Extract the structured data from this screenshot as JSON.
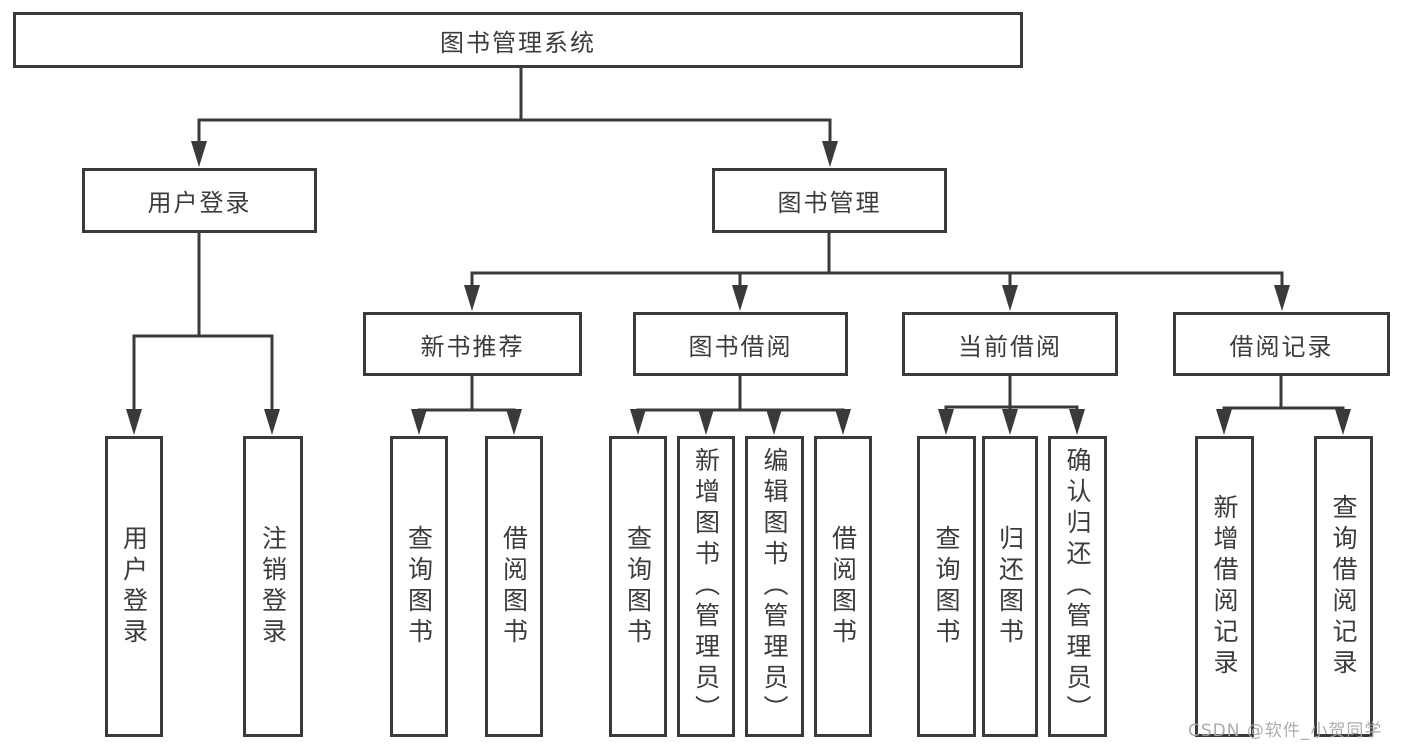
{
  "diagram": {
    "title_node": {
      "label": "图书管理系统"
    },
    "level2": [
      {
        "id": "user-login",
        "label": "用户登录"
      },
      {
        "id": "book-management",
        "label": "图书管理"
      }
    ],
    "level3": [
      {
        "id": "new-book-recommend",
        "label": "新书推荐",
        "parent": "图书管理"
      },
      {
        "id": "book-borrowing",
        "label": "图书借阅",
        "parent": "图书管理"
      },
      {
        "id": "current-borrowing",
        "label": "当前借阅",
        "parent": "图书管理"
      },
      {
        "id": "borrowing-records",
        "label": "借阅记录",
        "parent": "图书管理"
      }
    ],
    "leaves": [
      {
        "id": "leaf-user-login",
        "label": "用户登录",
        "parent": "用户登录"
      },
      {
        "id": "leaf-logout",
        "label": "注销登录",
        "parent": "用户登录"
      },
      {
        "id": "leaf-query-books-1",
        "label": "查询图书",
        "parent": "新书推荐"
      },
      {
        "id": "leaf-borrow-books-1",
        "label": "借阅图书",
        "parent": "新书推荐"
      },
      {
        "id": "leaf-query-books-2",
        "label": "查询图书",
        "parent": "图书借阅"
      },
      {
        "id": "leaf-add-books-admin",
        "label": "新增图书（管理员）",
        "parent": "图书借阅"
      },
      {
        "id": "leaf-edit-books-admin",
        "label": "编辑图书（管理员）",
        "parent": "图书借阅"
      },
      {
        "id": "leaf-borrow-books-2",
        "label": "借阅图书",
        "parent": "图书借阅"
      },
      {
        "id": "leaf-query-books-3",
        "label": "查询图书",
        "parent": "当前借阅"
      },
      {
        "id": "leaf-return-books",
        "label": "归还图书",
        "parent": "当前借阅"
      },
      {
        "id": "leaf-confirm-return",
        "label": "确认归还（管理员）",
        "parent": "当前借阅"
      },
      {
        "id": "leaf-add-borrow-record",
        "label": "新增借阅记录",
        "parent": "借阅记录"
      },
      {
        "id": "leaf-query-borrow-record",
        "label": "查询借阅记录",
        "parent": "借阅记录"
      }
    ],
    "colors": {
      "line": "#3a3a3a",
      "text": "#3c3c3c",
      "background": "#ffffff",
      "watermark": "#a8a8a8"
    }
  },
  "watermark": {
    "text": "CSDN @软件_小贺同学"
  }
}
